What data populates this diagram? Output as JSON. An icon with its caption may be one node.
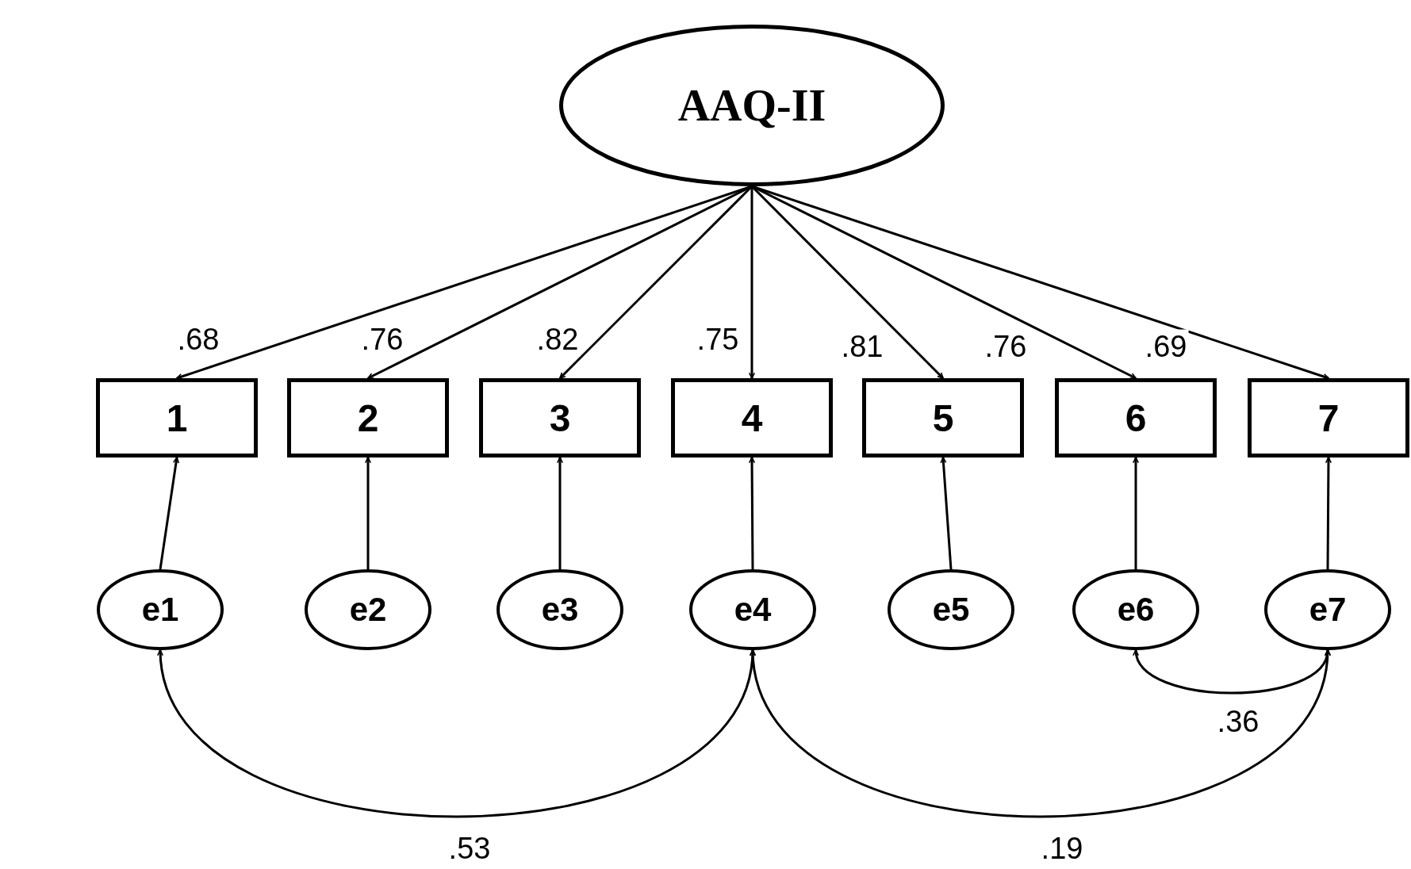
{
  "diagram": {
    "nodes": [
      {
        "text": [
          "AAQ-II"
        ]
      },
      {
        "text": [
          "1"
        ]
      },
      {
        "text": [
          "2"
        ]
      },
      {
        "text": [
          "3"
        ]
      },
      {
        "text": [
          "4"
        ]
      },
      {
        "text": [
          "5"
        ]
      },
      {
        "text": [
          "6"
        ]
      },
      {
        "text": [
          "7"
        ]
      },
      {
        "text": [
          "e1"
        ]
      },
      {
        "text": [
          "e2"
        ]
      },
      {
        "text": [
          "e3"
        ]
      },
      {
        "text": [
          "e4"
        ]
      },
      {
        "text": [
          "e5"
        ]
      },
      {
        "text": [
          "e6"
        ]
      },
      {
        "text": [
          "e7"
        ]
      }
    ],
    "edges": [
      {
        "from": 0,
        "to": 1,
        "arrow": "to",
        "label": ".68"
      },
      {
        "from": 0,
        "to": 2,
        "arrow": "to",
        "label": ".76"
      },
      {
        "from": 0,
        "to": 3,
        "arrow": "to",
        "label": ".82"
      },
      {
        "from": 0,
        "to": 4,
        "arrow": "to",
        "label": ".75"
      },
      {
        "from": 0,
        "to": 5,
        "arrow": "to",
        "label": ".81"
      },
      {
        "from": 0,
        "to": 6,
        "arrow": "to",
        "label": ".76"
      },
      {
        "from": 0,
        "to": 7,
        "arrow": "to",
        "label": ".69"
      },
      {
        "from": 8,
        "to": 1,
        "arrow": "to"
      },
      {
        "from": 9,
        "to": 2,
        "arrow": "to"
      },
      {
        "from": 10,
        "to": 3,
        "arrow": "to"
      },
      {
        "from": 11,
        "to": 4,
        "arrow": "to"
      },
      {
        "from": 12,
        "to": 5,
        "arrow": "to"
      },
      {
        "from": 13,
        "to": 6,
        "arrow": "to"
      },
      {
        "from": 14,
        "to": 7,
        "arrow": "to"
      },
      {
        "from": 8,
        "to": 11,
        "arrow": "both",
        "label": ".53"
      },
      {
        "from": 11,
        "to": 14,
        "arrow": "both",
        "label": ".19"
      },
      {
        "from": 13,
        "to": 14,
        "arrow": "both",
        "label": ".36"
      }
    ]
  }
}
